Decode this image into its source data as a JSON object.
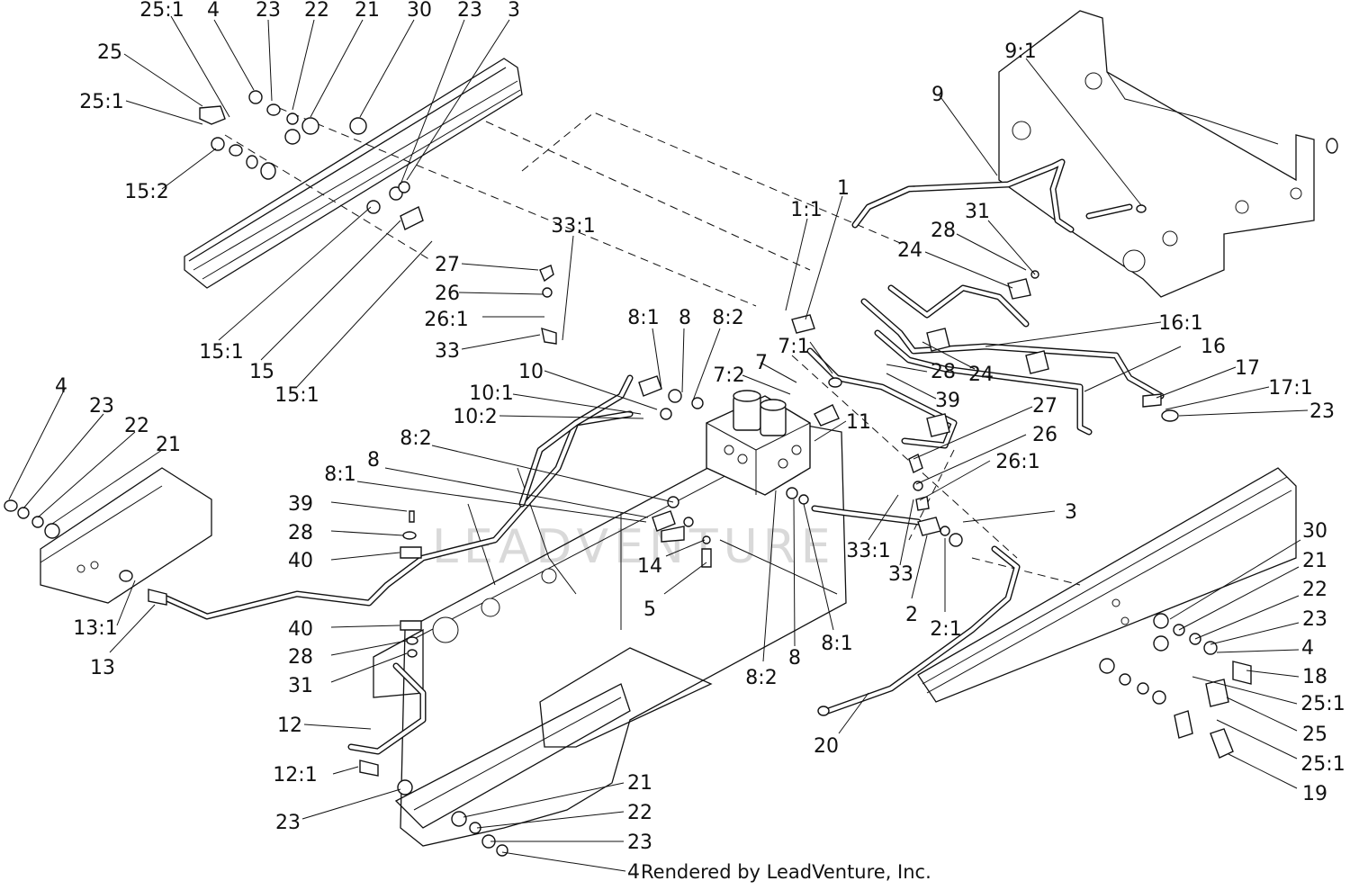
{
  "diagram": {
    "labels": [
      "25:1",
      "4",
      "23",
      "22",
      "21",
      "30",
      "23",
      "3",
      "25",
      "25:1",
      "15:2",
      "15:1",
      "15",
      "15:1",
      "33:1",
      "27",
      "26",
      "26:1",
      "33",
      "8:1",
      "8",
      "8:2",
      "10",
      "10:1",
      "10:2",
      "7:2",
      "7",
      "7:1",
      "1:1",
      "1",
      "11",
      "9",
      "9:1",
      "28",
      "31",
      "24",
      "24",
      "28",
      "39",
      "16:1",
      "16",
      "17",
      "17:1",
      "23",
      "27",
      "26",
      "26:1",
      "3",
      "4",
      "23",
      "22",
      "21",
      "8:2",
      "8",
      "8:1",
      "39",
      "28",
      "40",
      "40",
      "28",
      "31",
      "13:1",
      "13",
      "12",
      "12:1",
      "23",
      "21",
      "22",
      "23",
      "4",
      "14",
      "5",
      "33:1",
      "33",
      "2",
      "2:1",
      "8:2",
      "8",
      "8:1",
      "30",
      "21",
      "22",
      "23",
      "4",
      "18",
      "25:1",
      "25",
      "25:1",
      "19",
      "20"
    ],
    "credit": "Rendered by LeadVenture, Inc.",
    "watermark": "LEADVENTURE"
  }
}
